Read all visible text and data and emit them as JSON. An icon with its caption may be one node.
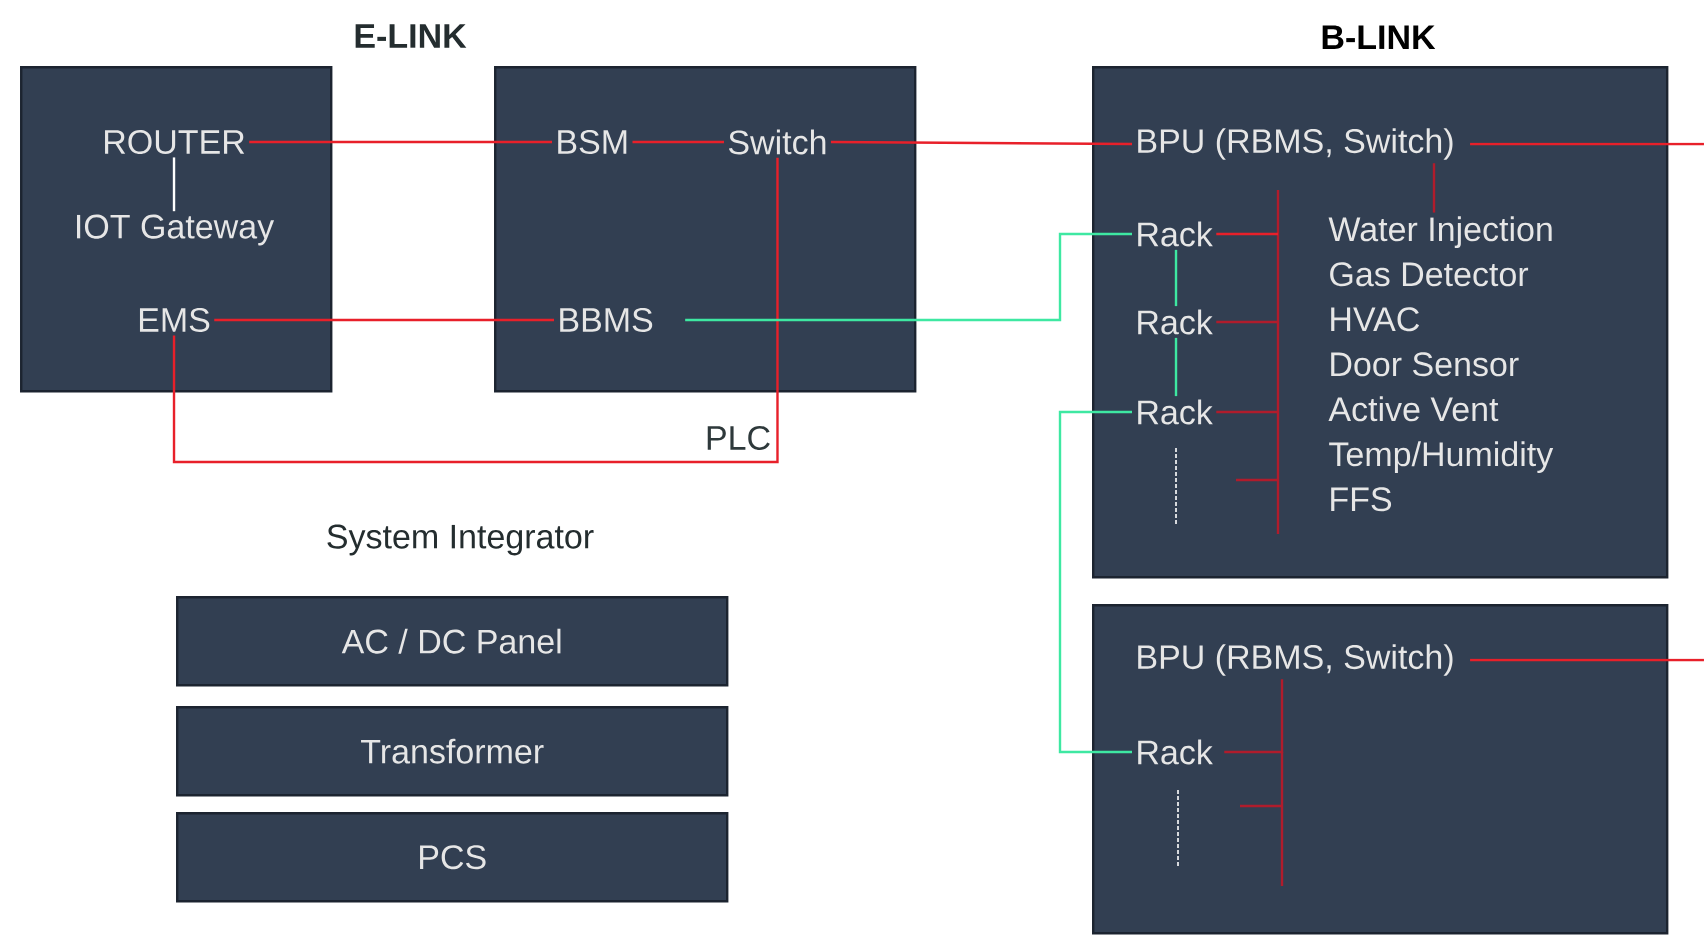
{
  "diagram": {
    "nodes": [
      {
        "text": [],
        "shape": "box"
      },
      {
        "text": [
          "ROUTER"
        ],
        "in": 0
      },
      {
        "text": [
          "IOT Gateway"
        ],
        "in": 0
      },
      {
        "text": [
          "EMS"
        ],
        "in": 0
      },
      {
        "text": [],
        "shape": "box"
      },
      {
        "text": [
          "BSM"
        ],
        "in": 4
      },
      {
        "text": [
          "Switch"
        ],
        "in": 4
      },
      {
        "text": [
          "BBMS"
        ],
        "in": 4
      },
      {
        "text": [
          "B-LINK"
        ]
      },
      {
        "text": [
          "BPU (RBMS, Switch)"
        ],
        "in": 8
      },
      {
        "text": [
          "Rack"
        ],
        "in": 8
      },
      {
        "text": [
          "Rack"
        ],
        "in": 8
      },
      {
        "text": [
          "Rack"
        ],
        "in": 8
      },
      {
        "text": [
          "Water Injection",
          "Gas Detector",
          "HVAC",
          "Door Sensor",
          "Active Vent",
          "Temp/Humidity",
          "FFS"
        ],
        "in": 8
      },
      {
        "text": [],
        "shape": "box"
      },
      {
        "text": [
          "BPU (RBMS, Switch)"
        ],
        "in": 14
      },
      {
        "text": [
          "Rack"
        ],
        "in": 14
      },
      {
        "text": [
          "AC / DC Panel"
        ]
      },
      {
        "text": [
          "Transformer"
        ]
      },
      {
        "text": [
          "PCS"
        ]
      }
    ],
    "edges": [
      {
        "from": 1,
        "to": 2,
        "arrow": "none",
        "color": "#ffffff"
      },
      {
        "from": 1,
        "to": 5,
        "arrow": "none"
      },
      {
        "from": 5,
        "to": 6,
        "arrow": "none"
      },
      {
        "from": 6,
        "to": 9,
        "arrow": "none"
      },
      {
        "from": 3,
        "to": 7,
        "arrow": "none"
      },
      {
        "from": 3,
        "to": 6,
        "arrow": "none",
        "label": "PLC"
      },
      {
        "from": 7,
        "to": 10,
        "arrow": "none",
        "color": "#3ee8a2"
      },
      {
        "from": 10,
        "to": 11,
        "arrow": "none",
        "color": "#3ee8a2"
      },
      {
        "from": 11,
        "to": 12,
        "arrow": "none",
        "color": "#3ee8a2"
      },
      {
        "from": 12,
        "to": 16,
        "arrow": "none",
        "color": "#3ee8a2"
      },
      {
        "from": 9,
        "to": null,
        "arrow": "none"
      },
      {
        "from": 9,
        "to": 13,
        "arrow": "none",
        "color": "#b01c2c"
      },
      {
        "from": 10,
        "to": 13,
        "arrow": "none"
      },
      {
        "from": 11,
        "to": 13,
        "arrow": "none",
        "color": "#b01c2c"
      },
      {
        "from": 12,
        "to": 13,
        "arrow": "none",
        "color": "#b01c2c"
      },
      {
        "from": 15,
        "to": null,
        "arrow": "none"
      },
      {
        "from": 15,
        "to": 16,
        "arrow": "none",
        "color": "#b01c2c"
      }
    ],
    "labels": [
      "E-LINK",
      "System Integrator"
    ]
  }
}
